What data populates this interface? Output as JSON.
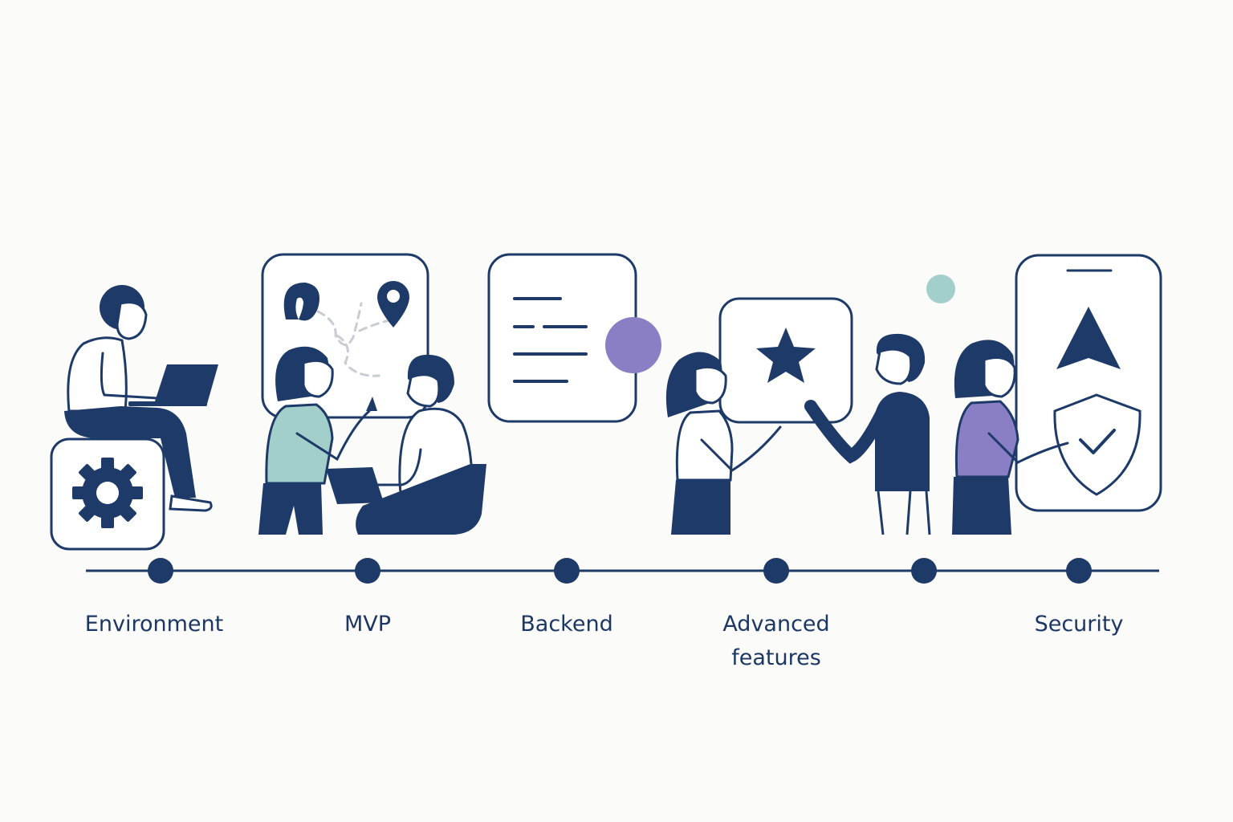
{
  "colors": {
    "navy": "#1e3a68",
    "teal": "#a3cfcb",
    "purple": "#8a7fc4",
    "background": "#fbfbf9",
    "white": "#ffffff",
    "dash": "#c9ccd3"
  },
  "icons": [
    "gear-icon",
    "map-pin-icon",
    "document-lines-icon",
    "star-icon",
    "shield-check-icon",
    "navigation-arrow-icon",
    "laptop-icon"
  ],
  "timeline": {
    "stages": [
      {
        "id": "environment",
        "label": "Environment"
      },
      {
        "id": "mvp",
        "label": "MVP"
      },
      {
        "id": "backend",
        "label": "Backend"
      },
      {
        "id": "advanced",
        "label": "Advanced\nfeatures"
      },
      {
        "id": "unlabeled",
        "label": ""
      },
      {
        "id": "security",
        "label": "Security"
      }
    ]
  }
}
